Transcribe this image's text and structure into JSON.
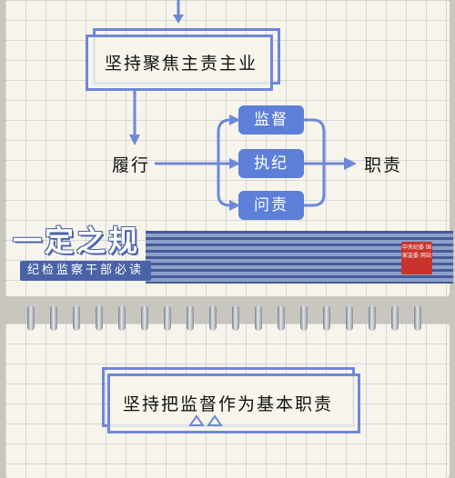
{
  "card1": {
    "main_box_text": "坚持聚焦主责主业",
    "left_label": "履行",
    "chips": [
      "监督",
      "执纪",
      "问责"
    ],
    "right_label": "职责",
    "banner_title": "一定之规",
    "banner_subtitle": "纪检监察干部必读",
    "seal_text": "中央纪委 国家监委 网站"
  },
  "card2": {
    "main_box_text": "坚持把监督作为基本职责"
  },
  "colors": {
    "accent": "#6d88d8",
    "chip": "#5d7fd8",
    "stripe": "#465c96",
    "seal": "#c8332c"
  }
}
